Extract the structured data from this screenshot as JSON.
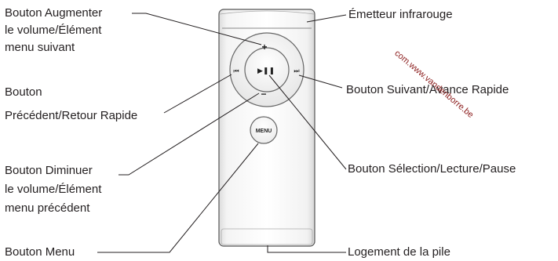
{
  "labels": {
    "volume_up": [
      "Bouton Augmenter",
      "le volume/Élément",
      "menu suivant"
    ],
    "previous": [
      "Bouton",
      "Précédent/Retour Rapide"
    ],
    "volume_down": [
      "Bouton Diminuer",
      "le volume/Élément",
      "menu précédent"
    ],
    "menu_button": [
      "Bouton Menu"
    ],
    "ir_emitter": [
      "Émetteur infrarouge"
    ],
    "next": [
      "Bouton Suivant/Avance Rapide"
    ],
    "select": [
      "Bouton Sélection/Lecture/Pause"
    ],
    "battery": [
      "Logement de la pile"
    ]
  },
  "remote": {
    "plus_symbol": "+",
    "minus_symbol": "−",
    "prev_symbol": "⏮",
    "next_symbol": "⏭",
    "play_pause_symbol": "▶❚❚",
    "menu_label": "MENU"
  },
  "watermark": "com.www.vandenborre.be"
}
